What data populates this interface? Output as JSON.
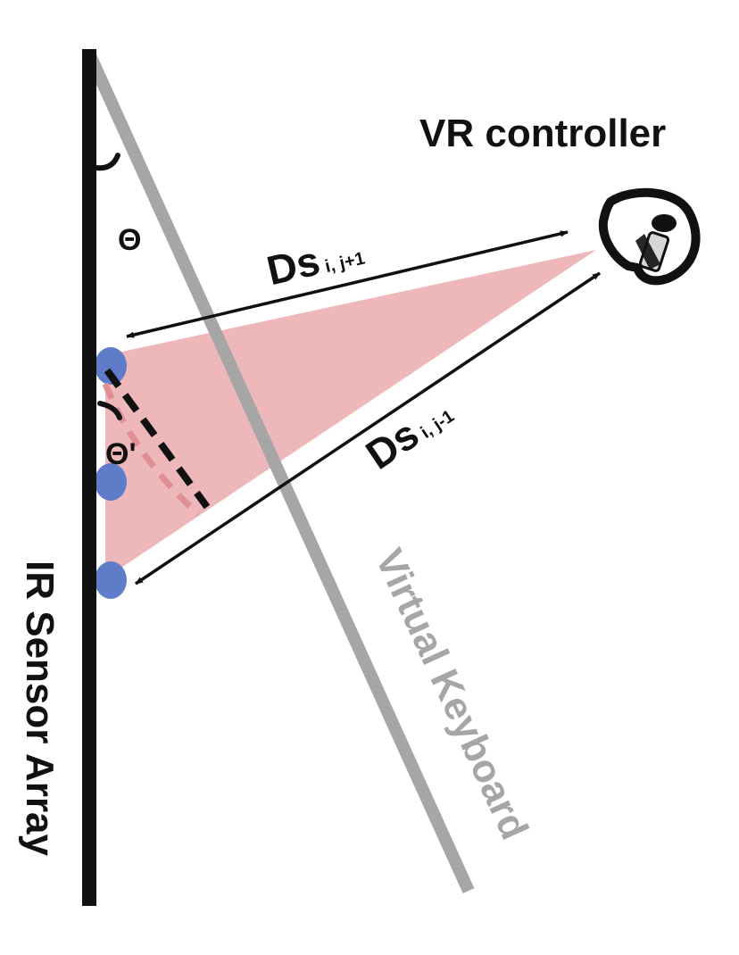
{
  "labels": {
    "controller": "VR controller",
    "theta": "Θ",
    "theta_prime": "Θ'",
    "ds_main": "Ds",
    "ds_upper_sub": "i, j+1",
    "ds_lower_sub": "i, j-1",
    "sensor_array": "IR Sensor Array",
    "keyboard": "Virtual Keyboard"
  },
  "colors": {
    "sensor_bar": "#111111",
    "keyboard_line": "#a6a6a6",
    "beam": "#eeb8bb",
    "sensor_dot": "#5f7cc9",
    "arrow": "#111111",
    "dashed_red": "#e08f94",
    "dashed_black": "#111111",
    "keyboard_text": "#a6a6a6"
  },
  "icons": {
    "controller": "vr-controller-icon"
  }
}
